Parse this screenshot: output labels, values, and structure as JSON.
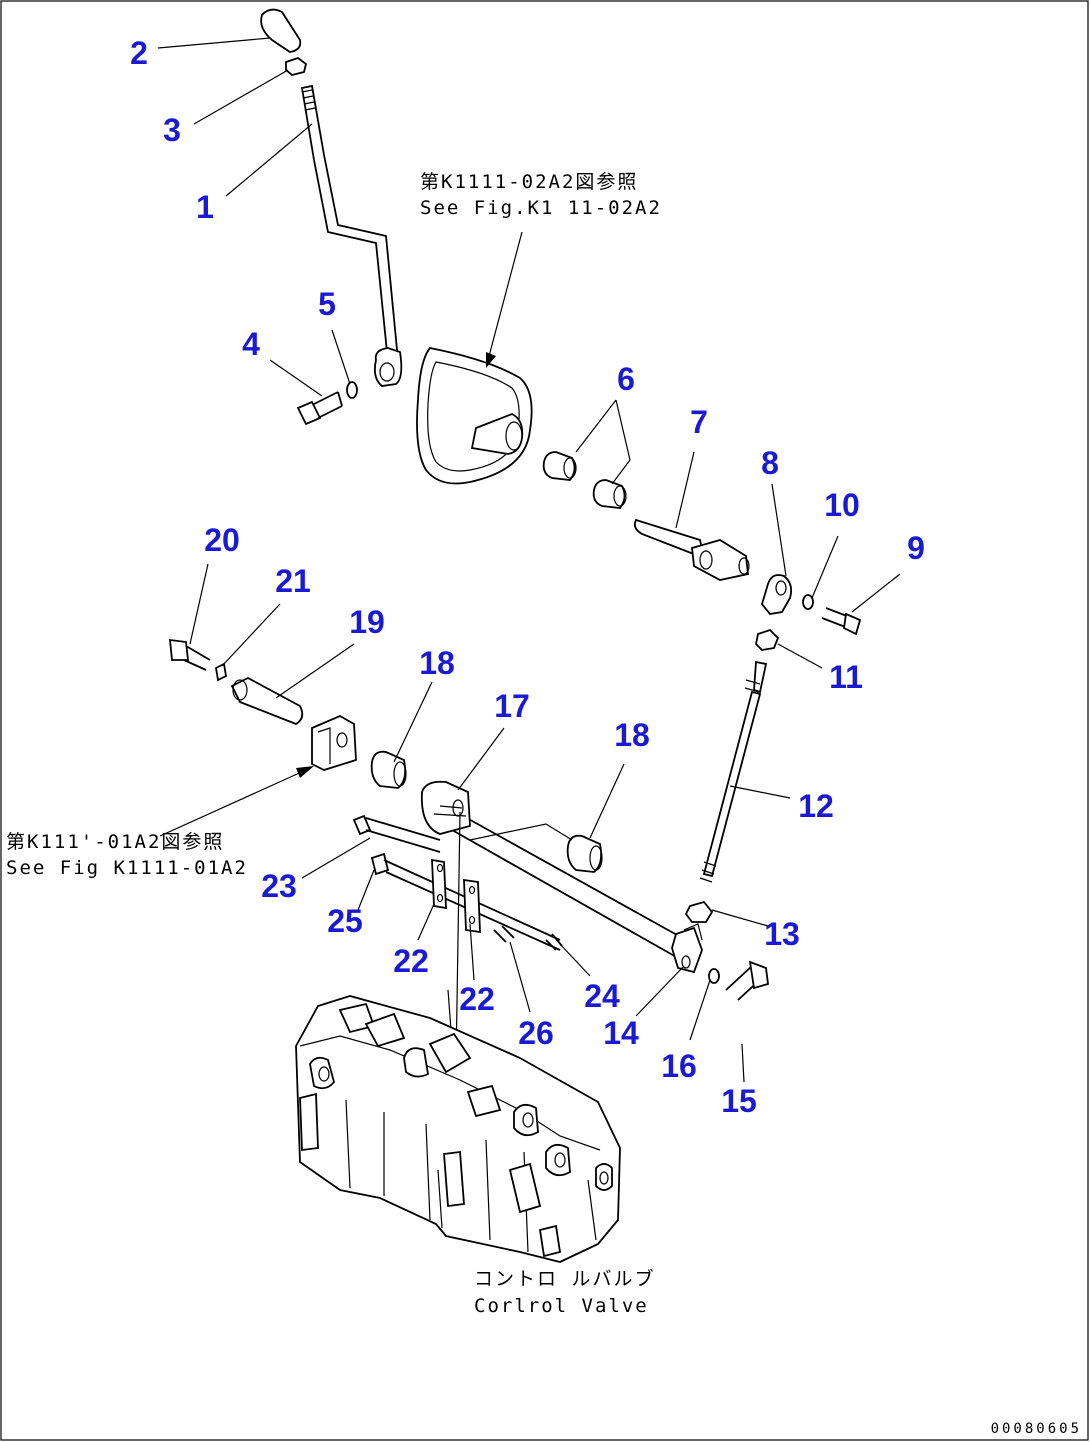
{
  "diagram": {
    "part_numbers": [
      "1",
      "2",
      "3",
      "4",
      "5",
      "6",
      "7",
      "8",
      "9",
      "10",
      "11",
      "12",
      "13",
      "14",
      "15",
      "16",
      "17",
      "18",
      "18",
      "19",
      "20",
      "21",
      "22",
      "22",
      "23",
      "24",
      "25",
      "26"
    ],
    "callouts": {
      "ref_top_jp": "第K1111-02A2図参照",
      "ref_top_en": "See Fig.K1 11-02A2",
      "ref_left_jp": "第K111'-01A2図参照",
      "ref_left_en": "See Fig K1111-01A2",
      "valve_jp": "コントロ ルバルブ",
      "valve_en": "Corlrol Valve"
    },
    "figure_id": "00080605",
    "colors": {
      "part_number": "#1a1ad6",
      "line": "#000000",
      "background": "#ffffff"
    }
  }
}
